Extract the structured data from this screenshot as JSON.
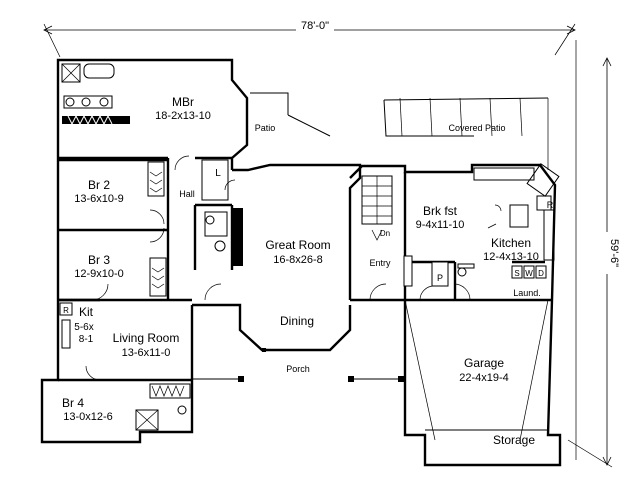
{
  "dimensions": {
    "width": "78'-0\"",
    "depth": "59'-6\""
  },
  "rooms": {
    "mbr": {
      "name": "MBr",
      "size": "18-2x13-10"
    },
    "br2": {
      "name": "Br 2",
      "size": "13-6x10-9"
    },
    "br3": {
      "name": "Br 3",
      "size": "12-9x10-0"
    },
    "br4": {
      "name": "Br 4",
      "size": "13-0x12-6"
    },
    "kit": {
      "name": "Kit",
      "size_line1": "5-6x",
      "size_line2": "8-1"
    },
    "living": {
      "name": "Living Room",
      "size": "13-6x11-0"
    },
    "great": {
      "name": "Great Room",
      "size": "16-8x26-8"
    },
    "dining": {
      "name": "Dining"
    },
    "brkfst": {
      "name": "Brk fst",
      "size": "9-4x11-10"
    },
    "kitchen": {
      "name": "Kitchen",
      "size": "12-4x13-10"
    },
    "garage": {
      "name": "Garage",
      "size": "22-4x19-4"
    },
    "storage": {
      "name": "Storage"
    }
  },
  "spaces": {
    "patio": "Patio",
    "covered_patio": "Covered Patio",
    "hall": "Hall",
    "entry": "Entry",
    "porch": "Porch",
    "laundry": "Laund.",
    "dn": "Dn"
  },
  "marks": {
    "linen": "L",
    "pantry": "P",
    "kit_ref": "R",
    "kitchen_ref": "R",
    "sink": "S",
    "washer": "W",
    "dryer": "D"
  }
}
